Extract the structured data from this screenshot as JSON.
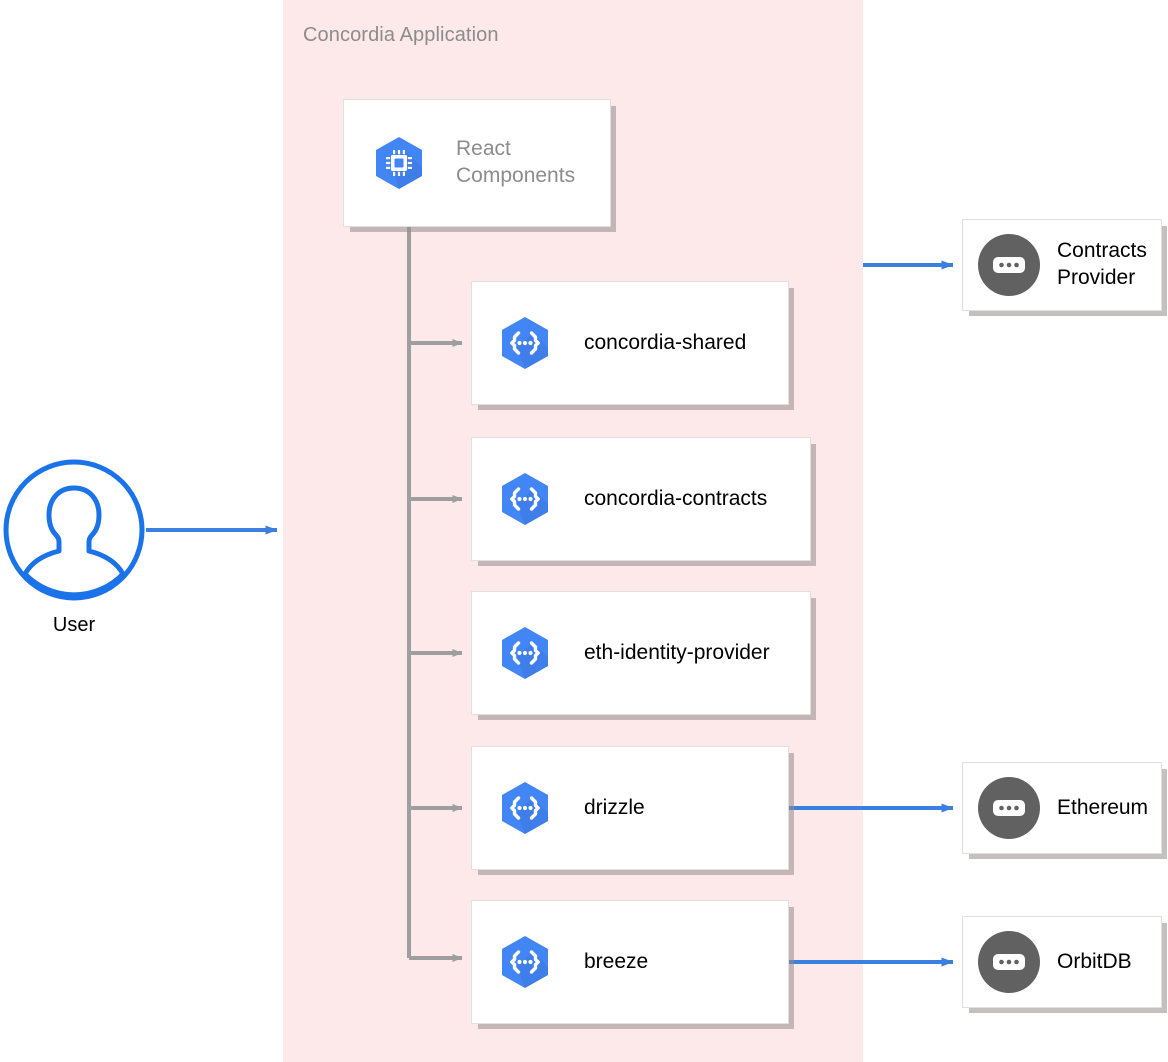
{
  "container": {
    "title": "Concordia Application",
    "fill": "#fde8ea"
  },
  "actor": {
    "label": "User",
    "icon": "user-circle-icon",
    "color": "#1a73e8"
  },
  "colors": {
    "package_icon": "#4285f4",
    "external_icon": "#616161",
    "blue_arrow": "#3b7fe0",
    "grey_arrow": "#9e9e9e",
    "muted_text": "#8c8c8c",
    "node_text": "#000000"
  },
  "root_node": {
    "label": "React\nComponents",
    "icon": "chip-hexagon-icon"
  },
  "packages": [
    {
      "label": "concordia-shared",
      "icon": "braces-hexagon-icon"
    },
    {
      "label": "concordia-contracts",
      "icon": "braces-hexagon-icon"
    },
    {
      "label": "eth-identity-provider",
      "icon": "braces-hexagon-icon"
    },
    {
      "label": "drizzle",
      "icon": "braces-hexagon-icon"
    },
    {
      "label": "breeze",
      "icon": "braces-hexagon-icon"
    }
  ],
  "external_nodes": [
    {
      "label": "Contracts\nProvider",
      "icon": "dots-circle-icon"
    },
    {
      "label": "Ethereum",
      "icon": "dots-circle-icon"
    },
    {
      "label": "OrbitDB",
      "icon": "dots-circle-icon"
    }
  ],
  "edges": [
    {
      "from": "User",
      "to": "Concordia Application",
      "style": "blue-arrow"
    },
    {
      "from": "React Components",
      "to": "concordia-shared",
      "style": "grey-arrow"
    },
    {
      "from": "React Components",
      "to": "concordia-contracts",
      "style": "grey-arrow"
    },
    {
      "from": "React Components",
      "to": "eth-identity-provider",
      "style": "grey-arrow"
    },
    {
      "from": "React Components",
      "to": "drizzle",
      "style": "grey-arrow"
    },
    {
      "from": "React Components",
      "to": "breeze",
      "style": "grey-arrow"
    },
    {
      "from": "Concordia Application",
      "to": "Contracts Provider",
      "style": "blue-arrow"
    },
    {
      "from": "drizzle",
      "to": "Ethereum",
      "style": "blue-arrow"
    },
    {
      "from": "breeze",
      "to": "OrbitDB",
      "style": "blue-arrow"
    }
  ]
}
